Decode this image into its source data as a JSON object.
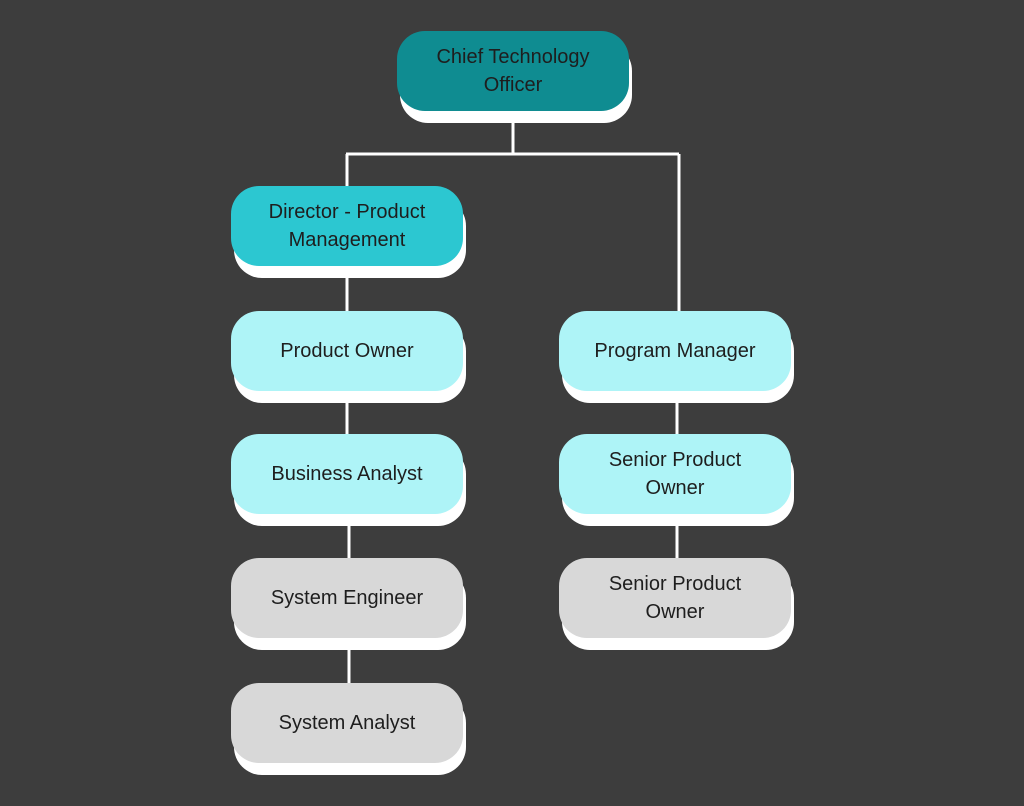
{
  "org_chart": {
    "nodes": {
      "cto": {
        "label": "Chief Technology Officer"
      },
      "director": {
        "label": "Director - Product Management"
      },
      "product_owner": {
        "label": "Product Owner"
      },
      "program_manager": {
        "label": "Program Manager"
      },
      "business_analyst": {
        "label": "Business Analyst"
      },
      "senior_product_owner_1": {
        "label": "Senior Product Owner"
      },
      "system_engineer": {
        "label": "System Engineer"
      },
      "senior_product_owner_2": {
        "label": "Senior Product Owner"
      },
      "system_analyst": {
        "label": "System Analyst"
      }
    },
    "edges": [
      [
        "cto",
        "director"
      ],
      [
        "cto",
        "program_manager"
      ],
      [
        "director",
        "product_owner"
      ],
      [
        "product_owner",
        "business_analyst"
      ],
      [
        "business_analyst",
        "system_engineer"
      ],
      [
        "system_engineer",
        "system_analyst"
      ],
      [
        "program_manager",
        "senior_product_owner_1"
      ],
      [
        "senior_product_owner_1",
        "senior_product_owner_2"
      ]
    ],
    "colors": {
      "background": "#3d3d3d",
      "connector": "#ffffff",
      "level_0": "#0f8c91",
      "level_1": "#2cc7d1",
      "level_2": "#aef4f7",
      "level_3": "#d8d8d8"
    }
  }
}
